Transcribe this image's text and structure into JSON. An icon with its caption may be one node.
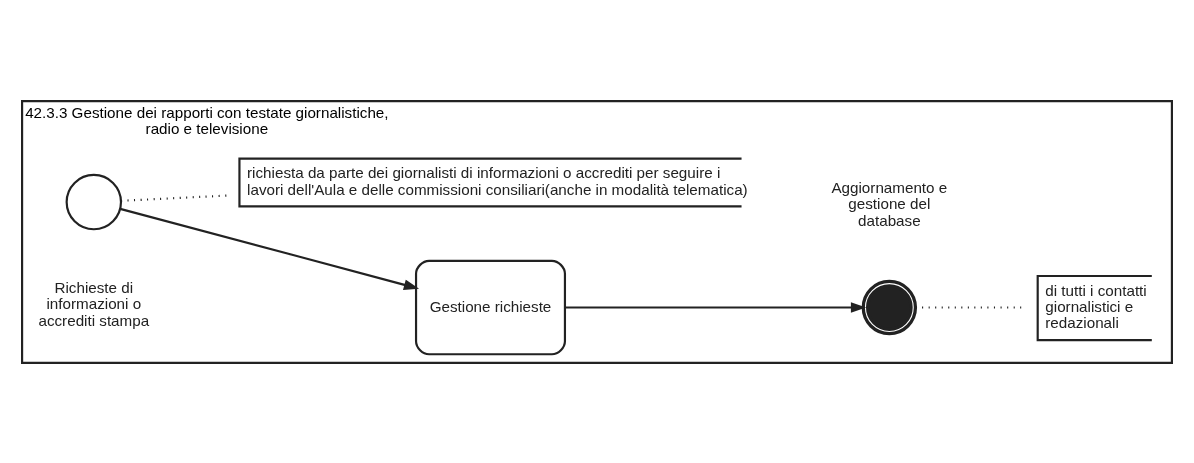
{
  "diagram": {
    "nodes": [
      {
        "text": [
          "42.3.3 Gestione dei rapporti con testate giornalistiche, radio e televisione"
        ]
      },
      {
        "text": [],
        "shape": "circle",
        "beside": [
          "Richieste di informazioni o accrediti stampa"
        ],
        "in": 0
      },
      {
        "text": [
          "Gestione richieste"
        ],
        "in": 0
      },
      {
        "text": [],
        "shape": "circle",
        "beside": [
          "Aggiornamento e gestione del database"
        ],
        "in": 0
      },
      {
        "text": [
          "di tutti i contatti giornalistici e redazionali"
        ],
        "in": 0
      },
      {
        "text": [
          "richiesta da parte dei giornalisti di informazioni o accrediti per seguire i lavori dell'Aula e delle commissioni consiliari(anche in modalità telematica)"
        ],
        "in": 0
      }
    ],
    "edges": [
      {
        "from": 1,
        "to": 2,
        "arrow": "to"
      },
      {
        "from": 2,
        "to": 3,
        "arrow": "to"
      },
      {
        "from": 3,
        "to": 4,
        "arrow": "none",
        "style": "dashed"
      },
      {
        "from": 1,
        "to": 5,
        "arrow": "none",
        "style": "dashed"
      }
    ]
  }
}
